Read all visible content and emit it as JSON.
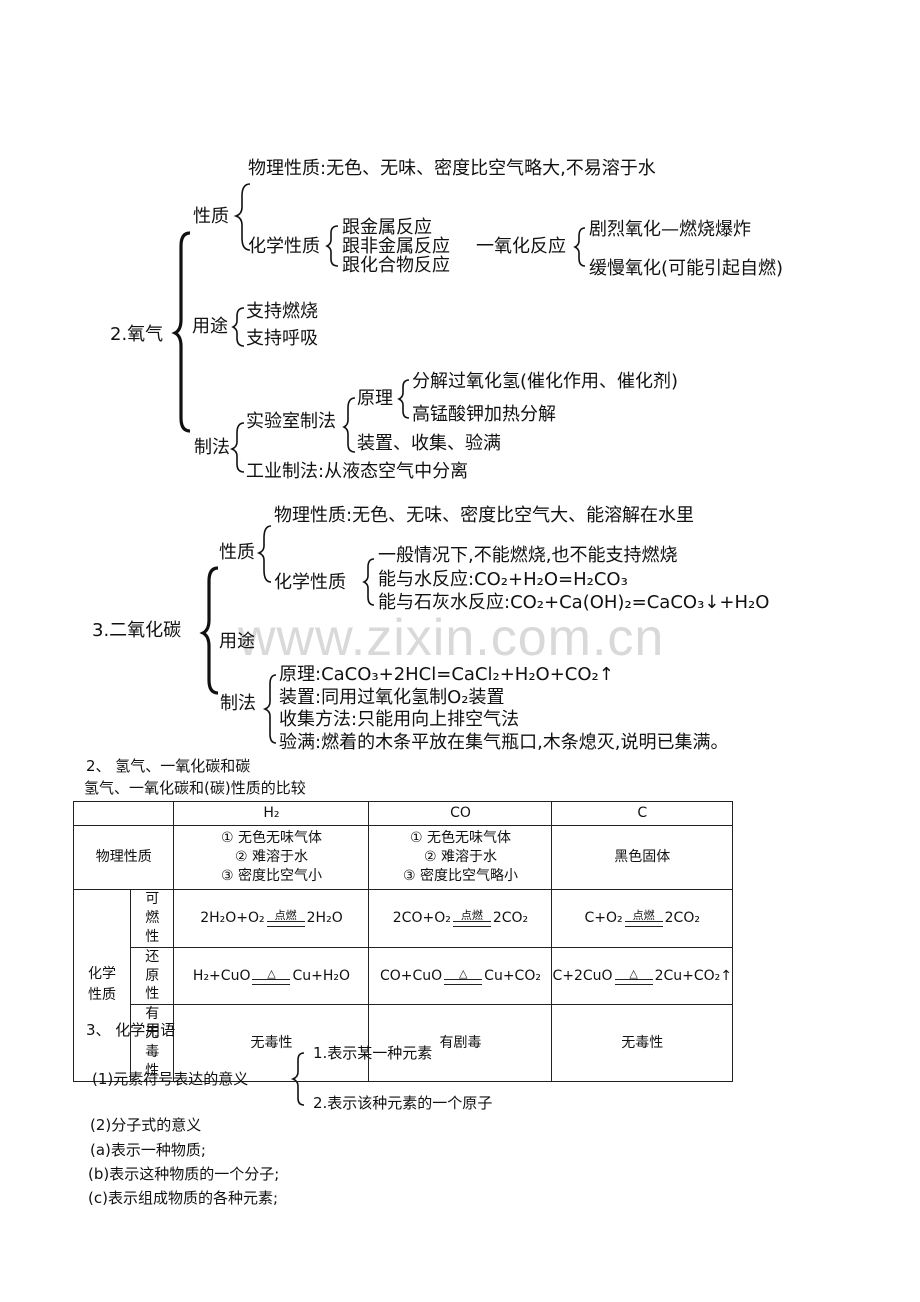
{
  "oxygen": {
    "title": "2.氧气",
    "properties": "性质",
    "physical": "物理性质:无色、无味、密度比空气略大,不易溶于水",
    "chemical": "化学性质",
    "react1": "跟金属反应",
    "react2": "跟非金属反应",
    "react3": "跟化合物反应",
    "oxidation": "一氧化反应",
    "ox1": "剧烈氧化—燃烧爆炸",
    "ox2": "缓慢氧化(可能引起自燃)",
    "uses": "用途",
    "use1": "支持燃烧",
    "use2": "支持呼吸",
    "prep": "制法",
    "lab": "实验室制法",
    "principle": "原理",
    "p1": "分解过氧化氢(催化作用、催化剂)",
    "p2": "高锰酸钾加热分解",
    "apparatus": "装置、收集、验满",
    "industrial": "工业制法:从液态空气中分离"
  },
  "co2": {
    "title": "3.二氧化碳",
    "properties": "性质",
    "physical": "物理性质:无色、无味、密度比空气大、能溶解在水里",
    "chemical": "化学性质",
    "c1": "一般情况下,不能燃烧,也不能支持燃烧",
    "c2": "能与水反应:CO₂+H₂O=H₂CO₃",
    "c3": "能与石灰水反应:CO₂+Ca(OH)₂=CaCO₃↓+H₂O",
    "uses": "用途",
    "prep": "制法",
    "m1": "原理:CaCO₃+2HCl=CaCl₂+H₂O+CO₂↑",
    "m2": "装置:同用过氧化氢制O₂装置",
    "m3": "收集方法:只能用向上排空气法",
    "m4": "验满:燃着的木条平放在集气瓶口,木条熄灭,说明已集满。"
  },
  "watermark": "www.zixin.com.cn",
  "section2": {
    "heading": "2、 氢气、一氧化碳和碳",
    "caption": "氢气、一氧化碳和(碳)性质的比较",
    "table": {
      "headers": [
        "H₂",
        "CO",
        "C"
      ],
      "physical_label": "物理性质",
      "physical": [
        [
          "① 无色无味气体",
          "② 难溶于水",
          "③ 密度比空气小"
        ],
        [
          "① 无色无味气体",
          "② 难溶于水",
          "③ 密度比空气略小"
        ],
        [
          "黑色固体"
        ]
      ],
      "chem_label": "化学性质",
      "combust_label": "可燃性",
      "reduce_label": "还原性",
      "toxic_label": "有无毒性",
      "cond_fire": "点燃",
      "cond_heat": "△",
      "combust": [
        [
          "2H₂O+O₂",
          "2H₂O"
        ],
        [
          "2CO+O₂",
          "2CO₂"
        ],
        [
          "C+O₂",
          "2CO₂"
        ]
      ],
      "reduce": [
        [
          "H₂+CuO",
          "Cu+H₂O"
        ],
        [
          "CO+CuO",
          "Cu+CO₂"
        ],
        [
          "C+2CuO",
          "2Cu+CO₂↑"
        ]
      ],
      "toxic": [
        "无毒性",
        "有剧毒",
        "无毒性"
      ]
    }
  },
  "section3": {
    "heading": "3、 化学用语",
    "item1": "(1)元素符号表达的意义",
    "item1a": "1.表示某一种元素",
    "item1b": "2.表示该种元素的一个原子",
    "item2": "(2)分子式的意义",
    "item2a": "(a)表示一种物质;",
    "item2b": "(b)表示这种物质的一个分子;",
    "item2c": "(c)表示组成物质的各种元素;"
  }
}
